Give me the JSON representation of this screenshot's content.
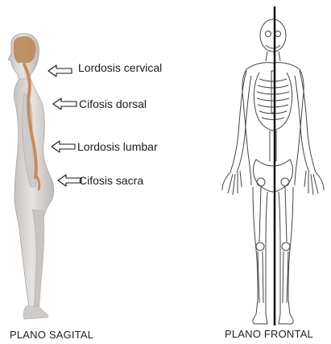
{
  "sagittal": {
    "annotations": [
      {
        "label": "Lordosis cervical"
      },
      {
        "label": "Cifosis dorsal"
      },
      {
        "label": "Lordosis lumbar"
      },
      {
        "label": "Cifosis sacra"
      }
    ],
    "caption": "PLANO SAGITAL"
  },
  "frontal": {
    "caption": "PLANO FRONTAL"
  },
  "colors": {
    "skin": "#d9d6d3",
    "skin_shadow": "#b9b5b1",
    "spine": "#c98b5a",
    "skull": "#b98552",
    "line": "#111111",
    "skeleton_stroke": "#444444"
  }
}
